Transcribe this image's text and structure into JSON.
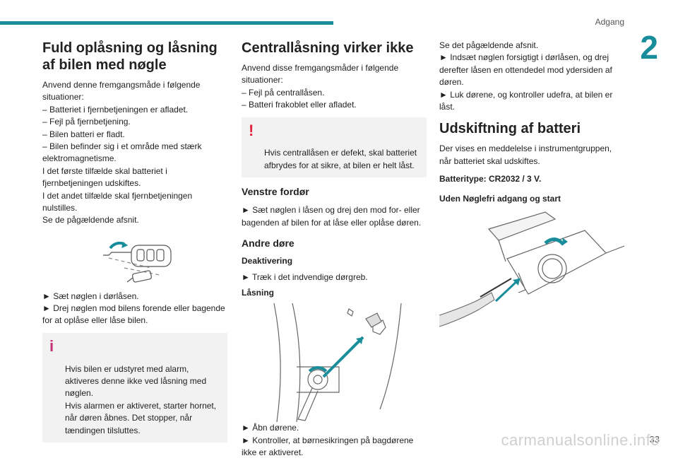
{
  "header": {
    "section": "Adgang",
    "chapter": "2"
  },
  "footer": {
    "page": "33",
    "watermark": "carmanualsonline.info"
  },
  "col1": {
    "title": "Fuld oplåsning og låsning af bilen med nøgle",
    "intro": "Anvend denne fremgangsmåde i følgende situationer:\n– Batteriet i fjernbetjeningen er afladet.\n– Fejl på fjernbetjening.\n– Bilen batteri er fladt.\n– Bilen befinder sig i et område med stærk elektromagnetisme.\nI det første tilfælde skal batteriet i fjernbetjeningen udskiftes.\nI det andet tilfælde skal fjernbetjeningen nulstilles.\nSe de pågældende afsnit.",
    "steps": "► Sæt nøglen i dørlåsen.\n► Drej nøglen mod bilens forende eller bagende for at oplåse eller låse bilen.",
    "info": "Hvis bilen er udstyret med alarm, aktiveres denne ikke ved låsning med nøglen.\nHvis alarmen er aktiveret, starter hornet, når døren åbnes. Det stopper, når tændingen tilsluttes."
  },
  "col2": {
    "title": "Centrallåsning virker ikke",
    "intro": "Anvend disse fremgangsmåder i følgende situationer:\n– Fejl på centrallåsen.\n– Batteri frakoblet eller afladet.",
    "warn": "Hvis centrallåsen er defekt, skal batteriet afbrydes for at sikre, at bilen er helt låst.",
    "left_door_title": "Venstre fordør",
    "left_door_text": "► Sæt nøglen i låsen og drej den mod for- eller bagenden af bilen for at låse eller oplåse døren.",
    "other_doors_title": "Andre døre",
    "deactivation_title": "Deaktivering",
    "deactivation_text": "► Træk i det indvendige dørgreb.",
    "locking_title": "Låsning",
    "locking_text": "► Åbn dørene.\n► Kontroller, at børnesikringen på bagdørene ikke er aktiveret."
  },
  "col3": {
    "cont_text": "Se det pågældende afsnit.\n► Indsæt nøglen forsigtigt i dørlåsen, og drej derefter låsen en ottendedel mod ydersiden af døren.\n► Luk dørene, og kontroller udefra, at bilen er låst.",
    "battery_title": "Udskiftning af batteri",
    "battery_text": "Der vises en meddelelse i instrumentgruppen, når batteriet skal udskiftes.",
    "battery_type": "Batteritype: CR2032 / 3 V.",
    "without_keyless": "Uden Nøglefri adgang og start"
  }
}
